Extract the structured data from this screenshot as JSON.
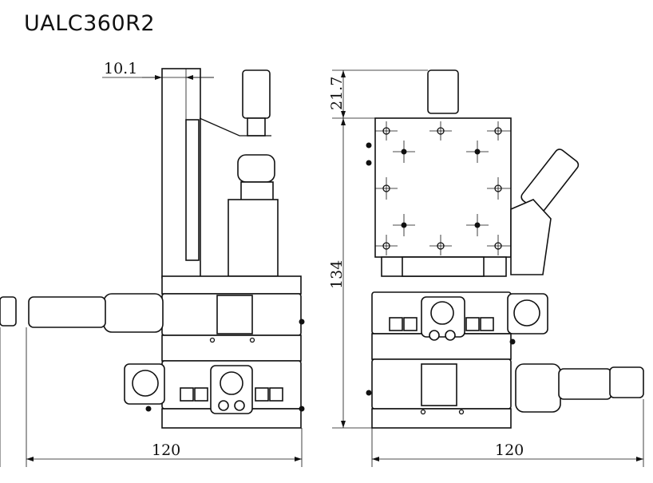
{
  "title": "UALC360R2",
  "dimensions": {
    "top_offset": "10.1",
    "head_height": "21.7",
    "total_height": "134",
    "width_left": "120",
    "width_right": "120"
  }
}
